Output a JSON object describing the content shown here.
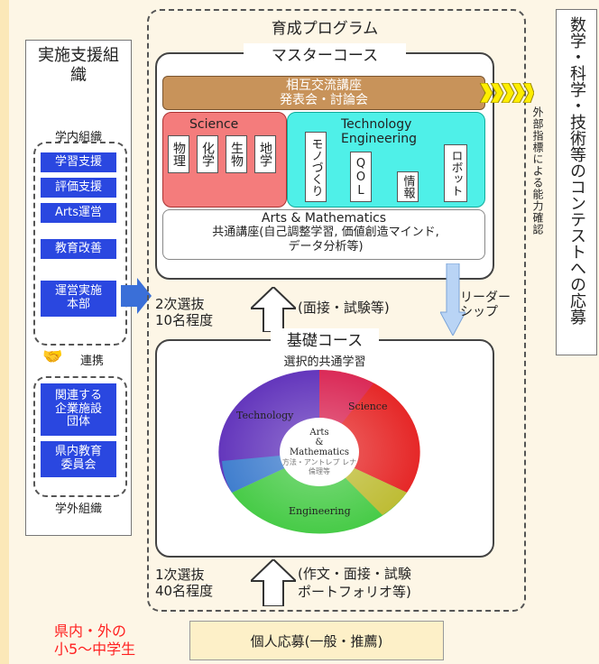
{
  "left": {
    "title": "実施支援組織",
    "inner_label": "学内組織",
    "inner_items": [
      "学習支援",
      "評価支援",
      "Arts運営",
      "教育改善",
      "運営実施本部"
    ],
    "link_label": "連携",
    "outer_items": [
      "関連する企業施設団体",
      "県内教育委員会"
    ],
    "outer_label": "学外組織"
  },
  "program": {
    "title": "育成プログラム",
    "master": {
      "title": "マスターコース",
      "exchange": "相互交流講座\n発表会・討論会",
      "science_label": "Science",
      "science_items": [
        "物理",
        "化学",
        "生物",
        "地学"
      ],
      "tech_label": "Technology\nEngineering",
      "tech_items": [
        "モノづくり",
        "QOL",
        "情報",
        "ロボット"
      ],
      "arts_title": "Arts & Mathematics",
      "arts_desc": "共通講座(自己調整学習, 価値創造マインド,\nデータ分析等)"
    },
    "second_selection": "2次選抜\n10名程度",
    "second_method": "(面接・試験等)",
    "leadership": "リーダー\nシップ",
    "basic": {
      "title": "基礎コース",
      "subtitle": "選択的共通学習",
      "wheel_labels": {
        "technology": "Technology",
        "science": "Science",
        "engineering": "Engineering",
        "center": "Arts\n&\nMathematics",
        "center_sub": "方法・アントレプ レナ\n倫理等"
      }
    },
    "first_selection": "1次選抜\n40名程度",
    "first_method": "(作文・面接・試験\nポートフォリオ等)"
  },
  "external_eval": "外部指標による能力確認",
  "contest": "数学・科学・技術等のコンテストへの応募",
  "target": "県内・外の\n小5〜中学生",
  "application": "個人応募(一般・推薦)",
  "colors": {
    "blue": "#2a47e0",
    "science": "#f47c7c",
    "tech": "#4ff0e8",
    "exchange": "#c8935a",
    "arrow": "#3a6fd8",
    "target": "#ff2020"
  }
}
